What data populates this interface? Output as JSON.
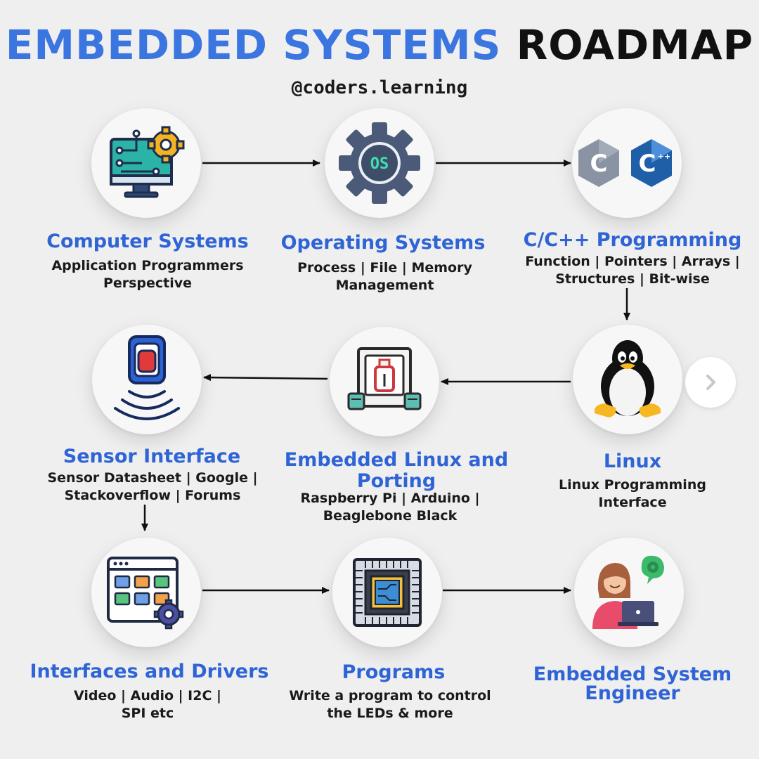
{
  "title": {
    "part1": "EMBEDDED SYSTEMS",
    "part2": "ROADMAP"
  },
  "handle": "@coders.learning",
  "nodes": [
    {
      "label": "Computer Systems",
      "desc": "Application Programmers Perspective",
      "icon": "computer-gear-icon"
    },
    {
      "label": "Operating Systems",
      "desc": "Process | File | Memory Management",
      "icon": "os-gear-icon",
      "icon_text": "OS"
    },
    {
      "label": "C/C++ Programming",
      "desc": "Function | Pointers | Arrays | Structures | Bit-wise",
      "icon": "c-cpp-icon",
      "icon_text_c": "C",
      "icon_text_cpp": "C++"
    },
    {
      "label": "Linux",
      "desc": "Linux Programming Interface",
      "icon": "penguin-icon"
    },
    {
      "label": "Embedded Linux and Porting",
      "desc": "Raspberry Pi | Arduino | Beaglebone Black",
      "icon": "embedded-board-icon"
    },
    {
      "label": "Sensor Interface",
      "desc": "Sensor Datasheet | Google | Stackoverflow | Forums",
      "icon": "sensor-icon"
    },
    {
      "label": "Interfaces and Drivers",
      "desc": "Video | Audio | I2C | SPI etc",
      "icon": "interface-grid-icon"
    },
    {
      "label": "Programs",
      "desc": "Write a program to control the LEDs & more",
      "icon": "chip-icon"
    },
    {
      "label": "Embedded System Engineer",
      "desc": "",
      "icon": "engineer-icon"
    }
  ],
  "colors": {
    "accent_blue": "#3b76e0",
    "label_blue": "#2f64d6",
    "background": "#efefef",
    "text_dark": "#1a1a1a"
  },
  "next_button": {
    "icon": "chevron-right-icon"
  }
}
